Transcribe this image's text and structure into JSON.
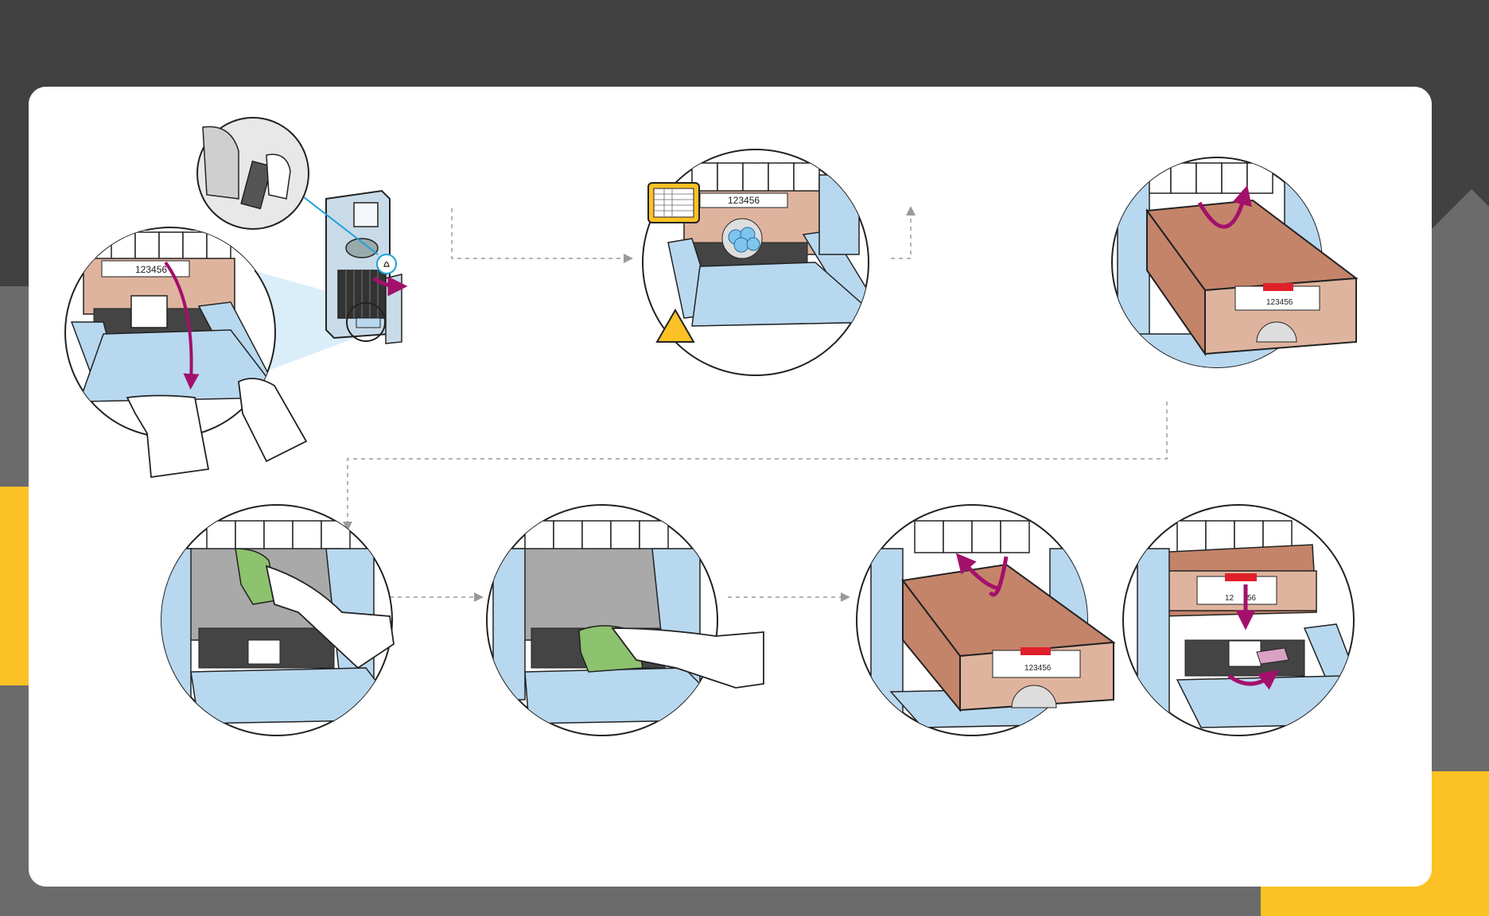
{
  "colors": {
    "background_dark": "#414141",
    "background_gray": "#6b6b6b",
    "accent_yellow": "#fcc225",
    "panel_white": "#ffffff",
    "arrow_magenta": "#a3106b",
    "tray_blue": "#b8d8f0",
    "box_brown": "#c4846a",
    "box_tan": "#dfb49e",
    "wipe_green": "#8dc26f",
    "warning_yellow": "#fcc225"
  },
  "labels": {
    "serial_number": "123456",
    "serial_partial_left": "12",
    "serial_partial_right": "56"
  },
  "icons": [
    "machine-icon",
    "glove-hand-icon",
    "wipe-cloth-icon",
    "warning-triangle-icon",
    "checklist-icon",
    "rotate-arrow-icon",
    "down-arrow-icon",
    "ice-packs-icon"
  ],
  "steps": [
    {
      "id": 1,
      "description_icon": "open-drawer"
    },
    {
      "id": 2,
      "description_icon": "inspect-ice"
    },
    {
      "id": 3,
      "description_icon": "remove-box"
    },
    {
      "id": 4,
      "description_icon": "wipe-walls"
    },
    {
      "id": 5,
      "description_icon": "wipe-floor"
    },
    {
      "id": 6,
      "description_icon": "insert-box"
    },
    {
      "id": 7,
      "description_icon": "seat-box"
    }
  ]
}
